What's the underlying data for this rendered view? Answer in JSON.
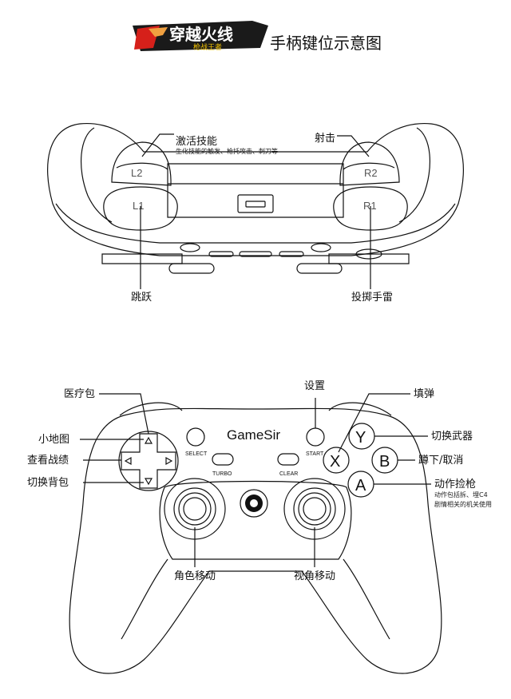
{
  "header": {
    "logo_text": "穿越火线",
    "logo_subtext": "枪战王者",
    "title": "手柄键位示意图"
  },
  "top_view": {
    "l2": {
      "button": "L2",
      "label": "激活技能",
      "note": "生化技能的触发、枪托攻击、刺刀等"
    },
    "r2": {
      "button": "R2",
      "label": "射击"
    },
    "l1": {
      "button": "L1",
      "label": "跳跃"
    },
    "r1": {
      "button": "R1",
      "label": "投掷手雷"
    }
  },
  "front_view": {
    "brand": "GameSir",
    "select": "SELECT",
    "start": "START",
    "turbo": "TURBO",
    "clear": "CLEAR",
    "face": {
      "y": "Y",
      "x": "X",
      "b": "B",
      "a": "A"
    },
    "labels": {
      "dpad_up": "医疗包",
      "dpad_left_top": "小地图",
      "dpad_left": "查看战绩",
      "dpad_down": "切换背包",
      "start": "设置",
      "x": "填弹",
      "y": "切换武器",
      "b": "蹲下/取消",
      "a": "动作捡枪",
      "a_note_1": "动作包括拆、埋C4",
      "a_note_2": "剧情相关的机关使用",
      "left_stick": "角色移动",
      "right_stick": "视角移动"
    }
  },
  "colors": {
    "logo_red": "#d6201a",
    "logo_dark": "#1a1a1a",
    "stroke": "#111111"
  }
}
